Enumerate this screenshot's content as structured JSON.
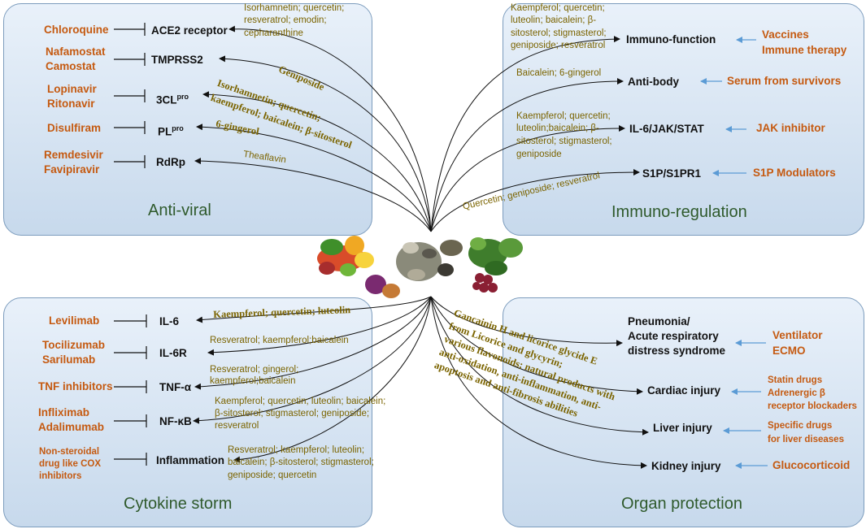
{
  "panels": {
    "antiviral": {
      "title": "Anti-viral",
      "rows": [
        {
          "drugs": [
            "Chloroquine"
          ],
          "target": "ACE2 receptor",
          "natural": [
            "Isorhamnetin; quercetin;",
            "resveratrol; emodin;",
            "cepharanthine"
          ]
        },
        {
          "drugs": [
            "Nafamostat",
            "Camostat"
          ],
          "target": "TMPRSS2",
          "natural": [
            "Geniposide"
          ]
        },
        {
          "drugs": [
            "Lopinavir",
            "Ritonavir"
          ],
          "target_base": "3CL",
          "target_sup": "pro",
          "natural": [
            "Isorhamnetin; quercetin;",
            "kaempferol; baicalein; β-sitosterol"
          ]
        },
        {
          "drugs": [
            "Disulfiram"
          ],
          "target_base": "PL",
          "target_sup": "pro",
          "natural": [
            "6-gingerol"
          ]
        },
        {
          "drugs": [
            "Remdesivir",
            "Favipiravir"
          ],
          "target": "RdRp",
          "natural": [
            "Theaflavin"
          ]
        }
      ]
    },
    "immuno": {
      "title": "Immuno-regulation",
      "rows": [
        {
          "natural": [
            "Kaempferol; quercetin;",
            "luteolin; baicalein;  β-",
            "sitosterol; stigmasterol;",
            "geniposide; resveratrol"
          ],
          "target": "Immuno-function",
          "therapy": [
            "Vaccines",
            "Immune therapy"
          ]
        },
        {
          "natural": [
            "Baicalein;  6-gingerol"
          ],
          "target": "Anti-body",
          "therapy": [
            "Serum from survivors"
          ]
        },
        {
          "natural": [
            "Kaempferol; quercetin;",
            "luteolin;baicalein;  β-",
            "sitosterol; stigmasterol;",
            "geniposide"
          ],
          "target": "IL-6/JAK/STAT",
          "therapy": [
            "JAK inhibitor"
          ]
        },
        {
          "natural": [
            "Quercetin; geniposide;  resveratrol"
          ],
          "target": "S1P/S1PR1",
          "therapy": [
            "S1P Modulators"
          ]
        }
      ]
    },
    "cytokine": {
      "title": "Cytokine storm",
      "rows": [
        {
          "drugs": [
            "Levilimab"
          ],
          "target": "IL-6",
          "natural": [
            "Kaempferol; quercetin; luteolin"
          ]
        },
        {
          "drugs": [
            "Tocilizumab",
            "Sarilumab"
          ],
          "target": "IL-6R",
          "natural": [
            "Resveratrol; kaempferol;baicalein"
          ]
        },
        {
          "drugs": [
            "TNF inhibitors"
          ],
          "target": "TNF-α",
          "natural": [
            "Resveratrol; gingerol;",
            "kaempferol;baicalein"
          ]
        },
        {
          "drugs": [
            "Infliximab",
            "Adalimumab"
          ],
          "target": "NF-κB",
          "natural": [
            "Kaempferol; quercetin; luteolin; baicalein;",
            "β-sitosterol; stigmasterol; geniposide;",
            "resveratrol"
          ]
        },
        {
          "drugs": [
            "Non-steroidal",
            "drug like COX",
            "inhibitors"
          ],
          "target": "Inflammation",
          "natural": [
            "Resveratrol; kaempferol; luteolin;",
            "baicalein;  β-sitosterol; stigmasterol;",
            "geniposide;  quercetin"
          ]
        }
      ]
    },
    "organ": {
      "title": "Organ protection",
      "natural_text": [
        "Gancainin H and licorice glycide E",
        "from Licorice and glycyrin;",
        "various flavonoids; natural products with",
        "anti-oxidation, anti-inflammation, anti-",
        "apoptosis and anti-fibrosis abilities"
      ],
      "rows": [
        {
          "target": [
            "Pneumonia/",
            "Acute respiratory",
            "distress syndrome"
          ],
          "therapy": [
            "Ventilator",
            "ECMO"
          ]
        },
        {
          "target": [
            "Cardiac injury"
          ],
          "therapy": [
            "Statin drugs",
            "Adrenergic β",
            "receptor blockaders"
          ]
        },
        {
          "target": [
            "Liver injury"
          ],
          "therapy": [
            "Specific drugs",
            "for liver diseases"
          ]
        },
        {
          "target": [
            "Kidney injury"
          ],
          "therapy": [
            "Glucocorticoid"
          ]
        }
      ]
    }
  },
  "colors": {
    "drug": "#c55a11",
    "natural": "#7b6400",
    "target": "#111111",
    "therapy_arrow": "#5b9bd5",
    "panel_border": "#7c9cbd",
    "panel_fill": "#c7d9ec",
    "title": "#2f5a2c"
  },
  "center_image": "mixed-vegetables-fruits-herbs"
}
